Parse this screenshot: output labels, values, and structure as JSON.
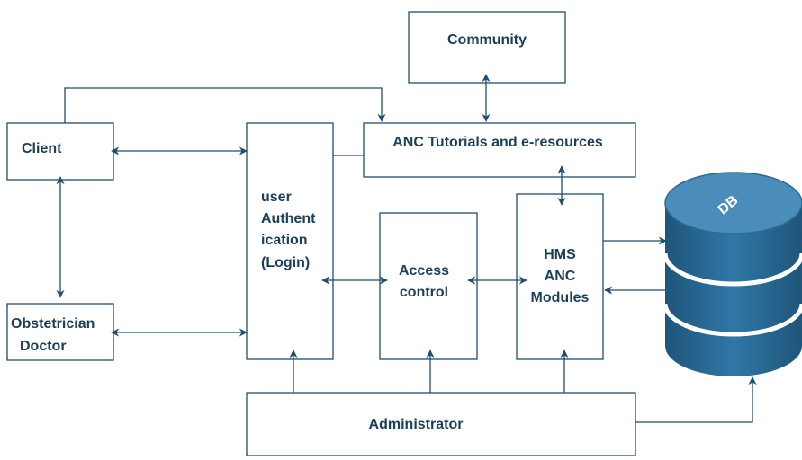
{
  "diagram": {
    "nodes": {
      "community": "Community",
      "client": "Client",
      "tutorials": "ANC Tutorials and e-resources",
      "auth_line1": "user",
      "auth_line2": "Authent",
      "auth_line3": "ication",
      "auth_line4": "(Login)",
      "access_line1": "Access",
      "access_line2": "control",
      "hms_line1": "HMS",
      "hms_line2": "ANC",
      "hms_line3": "Modules",
      "doctor_line1": "Obstetrician",
      "doctor_line2": "Doctor",
      "administrator": "Administrator",
      "database": "DB"
    },
    "colors": {
      "line": "#1f4e6e",
      "text": "#1c3f5a",
      "db_top": "#4d8fb8",
      "db_body": "#2a6b96",
      "db_dark": "#1f557a"
    }
  }
}
